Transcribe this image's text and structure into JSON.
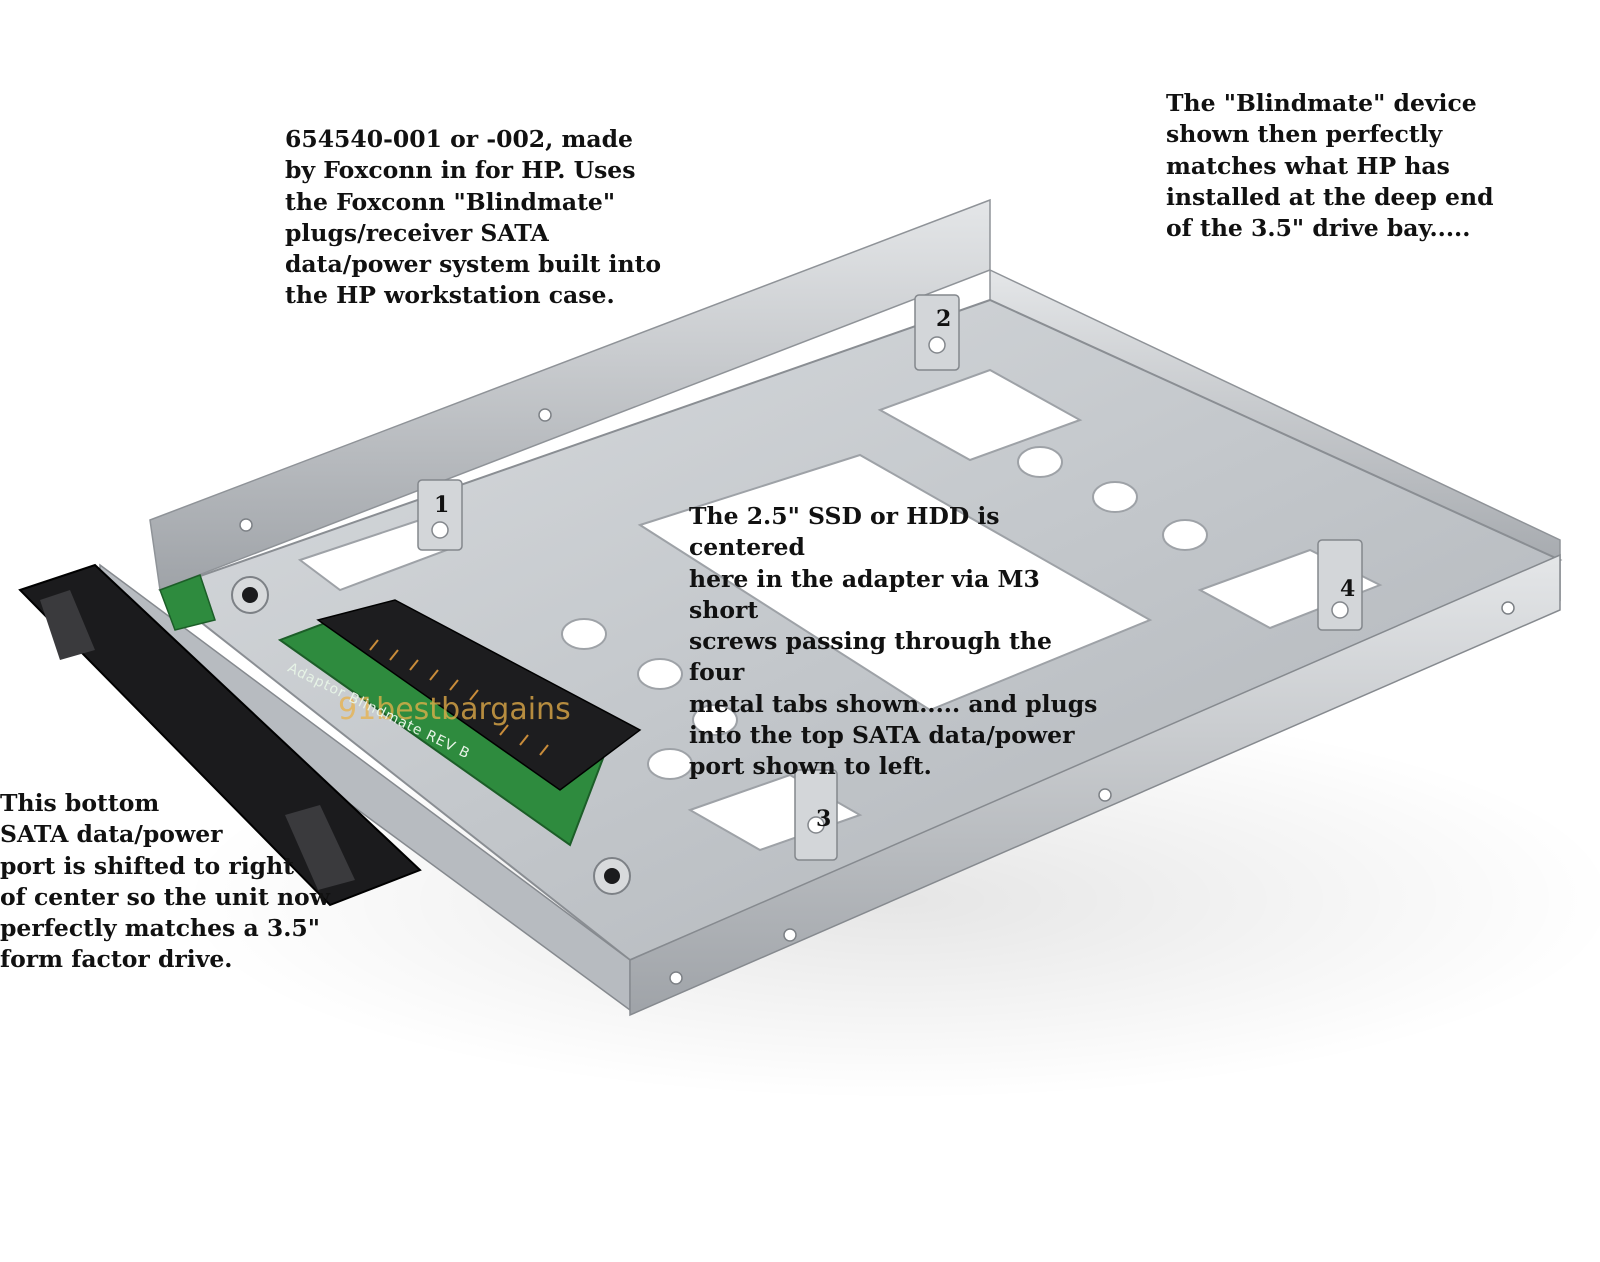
{
  "image": {
    "subject": "metal-tray-adapter",
    "background_color": "#ffffff",
    "tray_color": "#c9ccd0",
    "pcb_color": "#2e8b3e",
    "connector_color": "#1d1d1f"
  },
  "annotations": {
    "part_info": "654540-001 or -002, made\nby Foxconn in for HP.  Uses\nthe Foxconn \"Blindmate\"\nplugs/receiver SATA\ndata/power system built into\nthe HP workstation case.",
    "blindmate_info": "The \"Blindmate\" device\nshown then perfectly\nmatches what HP has\ninstalled at the deep end\nof the 3.5\" drive bay.....",
    "center_info": "The 2.5\" SSD or HDD is centered\nhere in the adapter via M3 short\nscrews passing through the four\nmetal tabs shown..... and plugs\ninto the top SATA data/power\nport shown to left.",
    "bottom_port_info": "This bottom\nSATA data/power\nport is shifted to right\nof center so the unit now\nperfectly matches a 3.5\"\nform factor drive."
  },
  "tab_labels": [
    "1",
    "2",
    "3",
    "4"
  ],
  "watermark": "91bestbargains",
  "pcb_silkscreen": "Adaptor Blindmate REV B"
}
